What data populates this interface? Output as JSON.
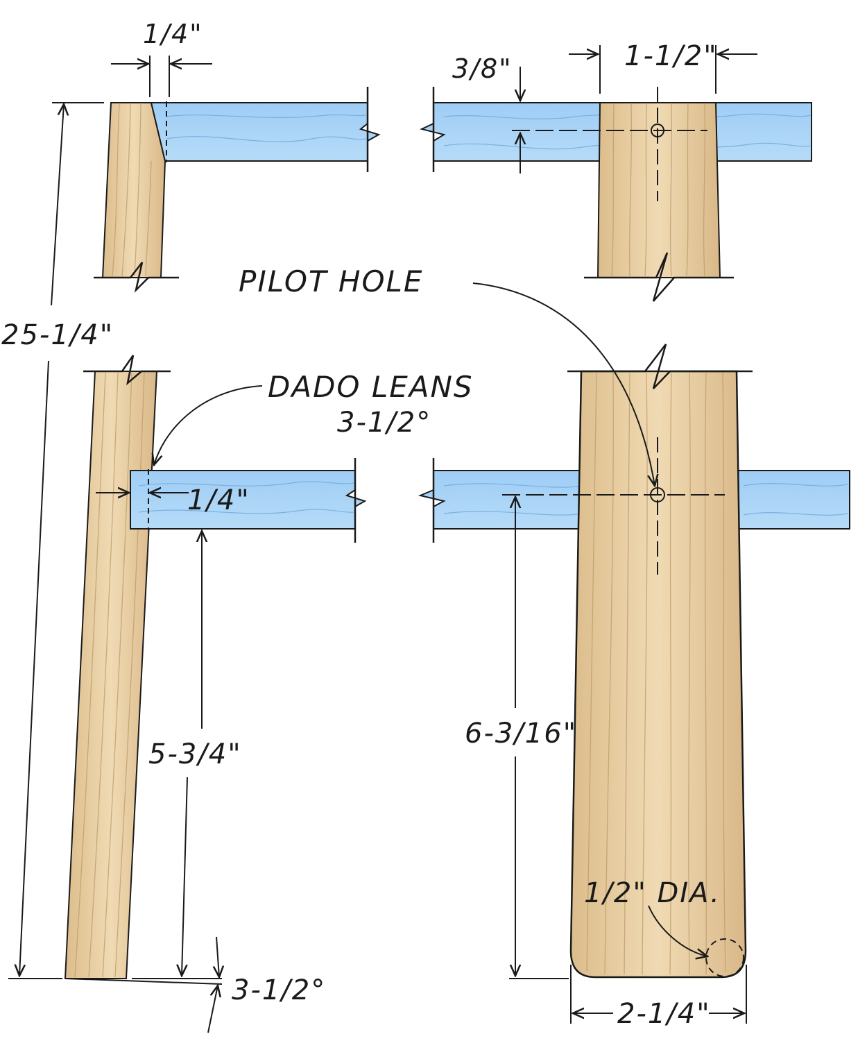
{
  "labels": {
    "dim_quarter_top": "1/4\"",
    "dim_three_eighths": "3/8\"",
    "dim_one_half_width": "1-1/2\"",
    "pilot_hole": "PILOT HOLE",
    "dim_overall_height": "25-1/4\"",
    "dado_leans_line1": "DADO LEANS",
    "dado_leans_line2": "3-1/2°",
    "dim_quarter_dado": "1/4\"",
    "dim_five_three_quarter": "5-3/4\"",
    "dim_six_three_sixteenth": "6-3/16\"",
    "dim_half_dia": "1/2\" DIA.",
    "dim_angle_bottom": "3-1/2°",
    "dim_two_quarter_width": "2-1/4\""
  },
  "colors": {
    "wood": "#ecd2a6",
    "wood_dark": "#d8b582",
    "blue_part": "#a9d2f6",
    "ink": "#1a1a1a"
  }
}
